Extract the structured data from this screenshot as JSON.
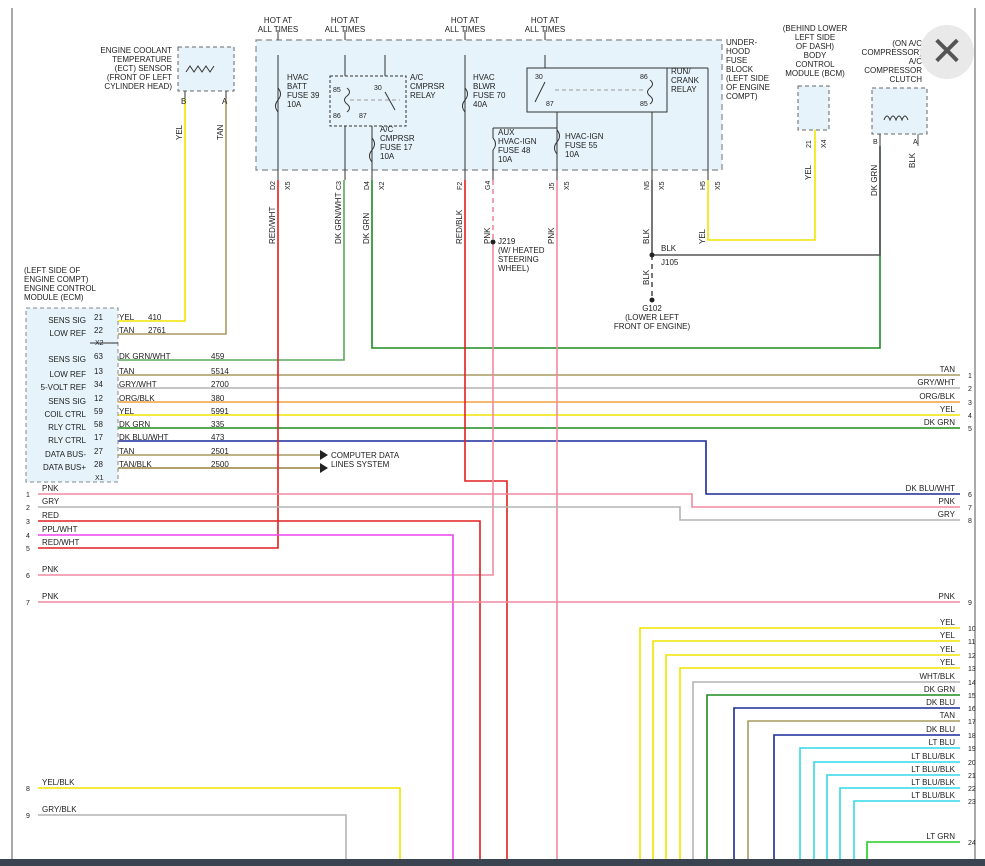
{
  "labels": {
    "ect_sensor": [
      "ENGINE COOLANT",
      "TEMPERATURE",
      "(ECT) SENSOR",
      "(FRONT OF LEFT",
      "CYLINDER HEAD)"
    ],
    "ect_pins": [
      "B",
      "A"
    ],
    "ect_wires": [
      "YEL",
      "TAN"
    ],
    "hot1": [
      "HOT AT",
      "ALL TIMES"
    ],
    "hot2": [
      "HOT AT",
      "ALL TIMES"
    ],
    "hot3": [
      "HOT AT",
      "ALL TIMES"
    ],
    "hot4": [
      "HOT AT",
      "ALL TIMES"
    ],
    "fuse39": [
      "HVAC",
      "BATT",
      "FUSE 39",
      "10A"
    ],
    "ac_relay": [
      "A/C",
      "CMPRSR",
      "RELAY"
    ],
    "relay_pins_ac": [
      "85",
      "86",
      "30",
      "87"
    ],
    "fuse17": [
      "A/C",
      "CMPRSR",
      "FUSE 17",
      "10A"
    ],
    "fuse70": [
      "HVAC",
      "BLWR",
      "FUSE 70",
      "40A"
    ],
    "run_relay": [
      "RUN/",
      "CRANK",
      "RELAY"
    ],
    "relay_pins_run": [
      "30",
      "86",
      "87",
      "85"
    ],
    "fuse48": [
      "AUX",
      "HVAC-IGN",
      "FUSE 48",
      "10A"
    ],
    "fuse55": [
      "HVAC-IGN",
      "FUSE 55",
      "10A"
    ],
    "uhfb": [
      "UNDER-",
      "HOOD",
      "FUSE",
      "BLOCK",
      "(LEFT SIDE",
      "OF ENGINE",
      "COMPT)"
    ],
    "bcm": [
      "(BEHIND LOWER",
      "LEFT SIDE",
      "OF DASH)",
      "BODY",
      "CONTROL",
      "MODULE (BCM)"
    ],
    "bcm_pin": [
      "21",
      "X4"
    ],
    "ac_clutch": [
      "(ON A/C",
      "COMPRESSOR)",
      "A/C",
      "COMPRESSOR",
      "CLUTCH"
    ],
    "clutch_pins": [
      "B",
      "A"
    ],
    "clutch_wires": [
      "DK GRN",
      "BLK"
    ],
    "fb_pins": [
      "D2",
      "X5",
      "C3",
      "D4",
      "X2",
      "F2",
      "G4",
      "J5",
      "X5",
      "N5",
      "X5",
      "H5",
      "X5"
    ],
    "fb_wires": [
      "RED/WHT",
      "DK GRN/WHT",
      "DK GRN",
      "RED/BLK",
      "PNK",
      "PNK",
      "BLK",
      "YEL"
    ],
    "j219": [
      "J219",
      "(W/ HEATED",
      "STEERING",
      "WHEEL)"
    ],
    "j105": [
      "BLK",
      "J105",
      "BLK"
    ],
    "g102": [
      "G102",
      "(LOWER LEFT",
      "FRONT OF ENGINE)"
    ],
    "ecm": [
      "(LEFT SIDE OF",
      "ENGINE COMPT)",
      "ENGINE CONTROL",
      "MODULE (ECM)"
    ],
    "x2": "X2",
    "x1": "X1",
    "computer_data": [
      "COMPUTER DATA",
      "LINES SYSTEM"
    ]
  },
  "ecm_rows": [
    {
      "func": "SENS SIG",
      "pin": "21",
      "color": "YEL",
      "circuit": "410"
    },
    {
      "func": "LOW REF",
      "pin": "22",
      "color": "TAN",
      "circuit": "2761"
    },
    {
      "func": "SENS SIG",
      "pin": "63",
      "color": "DK GRN/WHT",
      "circuit": "459"
    },
    {
      "func": "LOW REF",
      "pin": "13",
      "color": "TAN",
      "circuit": "5514"
    },
    {
      "func": "5-VOLT REF",
      "pin": "34",
      "color": "GRY/WHT",
      "circuit": "2700"
    },
    {
      "func": "SENS SIG",
      "pin": "12",
      "color": "ORG/BLK",
      "circuit": "380"
    },
    {
      "func": "COIL CTRL",
      "pin": "59",
      "color": "YEL",
      "circuit": "5991"
    },
    {
      "func": "RLY CTRL",
      "pin": "58",
      "color": "DK GRN",
      "circuit": "335"
    },
    {
      "func": "RLY CTRL",
      "pin": "17",
      "color": "DK BLU/WHT",
      "circuit": "473"
    },
    {
      "func": "DATA BUS-",
      "pin": "27",
      "color": "TAN",
      "circuit": "2501"
    },
    {
      "func": "DATA BUS+",
      "pin": "28",
      "color": "TAN/BLK",
      "circuit": "2500"
    }
  ],
  "right_labels": [
    {
      "text": "TAN",
      "num": "1"
    },
    {
      "text": "GRY/WHT",
      "num": "2"
    },
    {
      "text": "ORG/BLK",
      "num": "3"
    },
    {
      "text": "YEL",
      "num": "4"
    },
    {
      "text": "DK GRN",
      "num": "5"
    },
    {
      "text": "DK BLU/WHT",
      "num": "6"
    },
    {
      "text": "PNK",
      "num": "7"
    },
    {
      "text": "GRY",
      "num": "8"
    },
    {
      "text": "PNK",
      "num": "9"
    },
    {
      "text": "YEL",
      "num": "10"
    },
    {
      "text": "YEL",
      "num": "11"
    },
    {
      "text": "YEL",
      "num": "12"
    },
    {
      "text": "YEL",
      "num": "13"
    },
    {
      "text": "WHT/BLK",
      "num": "14"
    },
    {
      "text": "DK GRN",
      "num": "15"
    },
    {
      "text": "DK BLU",
      "num": "16"
    },
    {
      "text": "TAN",
      "num": "17"
    },
    {
      "text": "DK BLU",
      "num": "18"
    },
    {
      "text": "LT BLU",
      "num": "19"
    },
    {
      "text": "LT BLU/BLK",
      "num": "20"
    },
    {
      "text": "LT BLU/BLK",
      "num": "21"
    },
    {
      "text": "LT BLU/BLK",
      "num": "22"
    },
    {
      "text": "LT BLU/BLK",
      "num": "23"
    },
    {
      "text": "LT GRN",
      "num": "24"
    }
  ],
  "left_labels": [
    {
      "num": "1",
      "text": "PNK"
    },
    {
      "num": "2",
      "text": "GRY"
    },
    {
      "num": "3",
      "text": "RED"
    },
    {
      "num": "4",
      "text": "PPL/WHT"
    },
    {
      "num": "5",
      "text": "RED/WHT"
    },
    {
      "num": "6",
      "text": "PNK"
    },
    {
      "num": "7",
      "text": "PNK"
    },
    {
      "num": "8",
      "text": "YEL/BLK"
    },
    {
      "num": "9",
      "text": "GRY/BLK"
    }
  ],
  "close_icon_glyph": "✕",
  "colors": {
    "yellow": "#f2e400",
    "tan": "#a89a60",
    "dkgreen": "#1f8a1f",
    "green_wht": "#5aa85a",
    "gray": "#b4b4b4",
    "orange": "#f0a040",
    "blue": "#1a2a9a",
    "pink": "#f08aa0",
    "red": "#e02020",
    "magenta": "#ee44ee",
    "cyan": "#33d8e8",
    "black": "#555555",
    "ltgreen": "#22cc22",
    "fuse_block_fill": "#e6f3fb"
  }
}
